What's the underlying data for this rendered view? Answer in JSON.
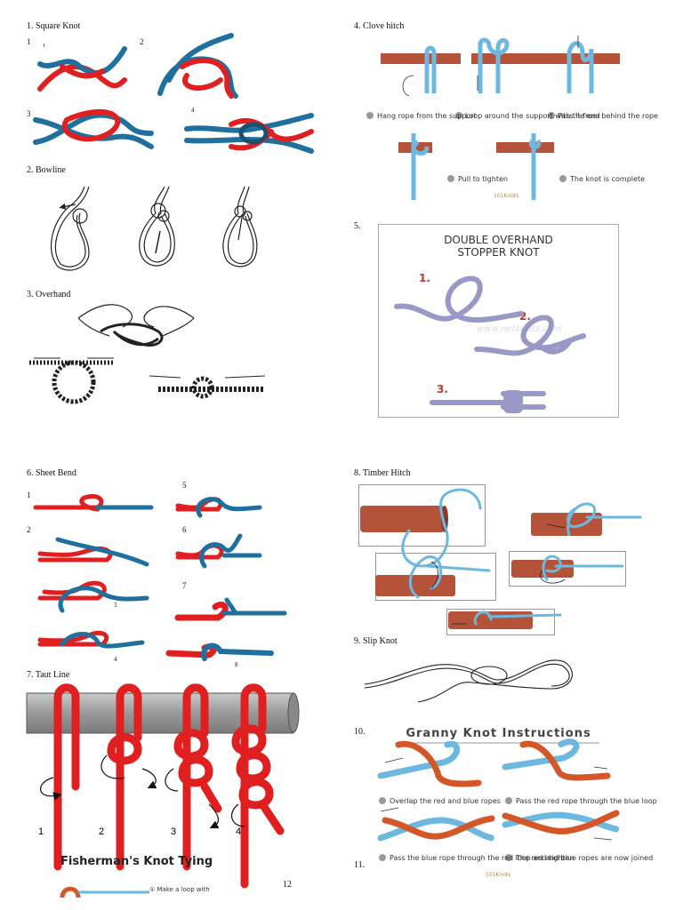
{
  "sections": {
    "s1": "1.  Square Knot",
    "s2": "2.  Bowline",
    "s3": "3.  Overhand",
    "s4": "4.  Clove hitch",
    "s5": "5.",
    "s6": "6.  Sheet Bend",
    "s7": "7.  Taut Line",
    "s8": "8.  Timber Hitch",
    "s9": "9.  Slip Knot",
    "s10": "10.",
    "s11": "11."
  },
  "square_knot": {
    "n1": "1",
    "n1b": "1",
    "n2": "2",
    "n3": "3",
    "n4": "4"
  },
  "clove_hitch": {
    "step1": "Hang rope from the support",
    "step2": "Loop around the support with the end",
    "step3": "Pass it from behind the rope",
    "step4": "Pull to tighten",
    "step5": "The knot is complete",
    "brand": "101Knots"
  },
  "stopper": {
    "title": "DOUBLE OVERHAND STOPPER KNOT",
    "n1": "1.",
    "n2": "2.",
    "n3": "3.",
    "watermark": "www.netknots.com"
  },
  "sheet_bend": {
    "n1": "1",
    "n2": "2",
    "n3": "3",
    "n4": "4",
    "n5": "5",
    "n6": "6",
    "n7": "7",
    "n8": "8"
  },
  "taut_line": {
    "n1": "1",
    "n2": "2",
    "n3": "3",
    "n4": "4",
    "fisherman_title": "Fisherman's Knot Tying",
    "fisherman_step": "Make a loop with",
    "page_number": "12"
  },
  "granny": {
    "title": "Granny Knot Instructions",
    "step1": "Overlap the red and blue ropes",
    "step2": "Pass the red rope through the blue loop",
    "step3": "Pass the blue rope through the red loop and tighten",
    "step4": "The red and blue ropes are now joined",
    "brand": "101Knots"
  },
  "colors": {
    "red": "#e02020",
    "blue": "#1f6f9f",
    "light_blue": "#6cb8e0",
    "wood": "#b5533a",
    "orange": "#d4572a"
  }
}
